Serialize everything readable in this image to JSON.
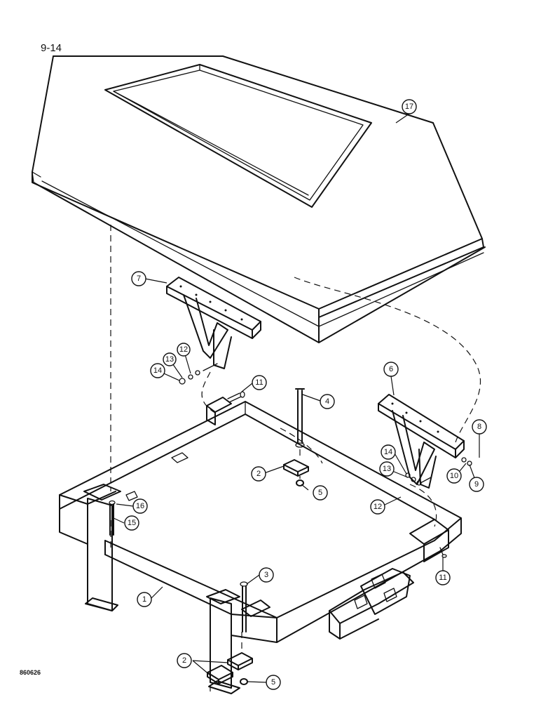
{
  "page_number": "9-14",
  "figure_code": "860626",
  "callouts": [
    "17",
    "7",
    "12",
    "13",
    "14",
    "11",
    "4",
    "6",
    "8",
    "14",
    "13",
    "10",
    "9",
    "2",
    "5",
    "12",
    "16",
    "15",
    "3",
    "11",
    "1",
    "2",
    "5"
  ]
}
